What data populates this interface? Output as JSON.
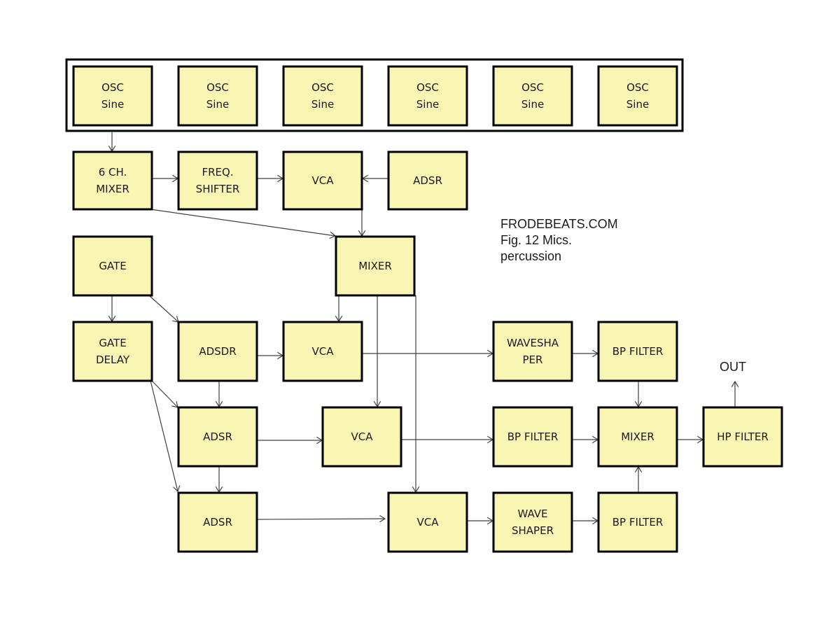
{
  "blocks": {
    "osc1": [
      "OSC",
      "Sine"
    ],
    "osc2": [
      "OSC",
      "Sine"
    ],
    "osc3": [
      "OSC",
      "Sine"
    ],
    "osc4": [
      "OSC",
      "Sine"
    ],
    "osc5": [
      "OSC",
      "Sine"
    ],
    "osc6": [
      "OSC",
      "Sine"
    ],
    "mixer6ch": [
      "6 CH.",
      "MIXER"
    ],
    "freqshifter": [
      "FREQ.",
      "SHIFTER"
    ],
    "vca1": [
      "VCA"
    ],
    "adsr_top": [
      "ADSR"
    ],
    "mixer_main": [
      "MIXER"
    ],
    "gate": [
      "GATE"
    ],
    "gatedelay": [
      "GATE",
      "DELAY"
    ],
    "adsdr": [
      "ADSDR"
    ],
    "vca2": [
      "VCA"
    ],
    "waveshaper1": [
      "WAVESHA",
      "PER"
    ],
    "bpf1": [
      "BP FILTER"
    ],
    "adsr2": [
      "ADSR"
    ],
    "vca3": [
      "VCA"
    ],
    "bpf2": [
      "BP FILTER"
    ],
    "mixer_out": [
      "MIXER"
    ],
    "hpf": [
      "HP FILTER"
    ],
    "adsr3": [
      "ADSR"
    ],
    "vca4": [
      "VCA"
    ],
    "waveshaper2": [
      "WAVE",
      "SHAPER"
    ],
    "bpf3": [
      "BP FILTER"
    ]
  },
  "caption": {
    "line1": "FRODEBEATS.COM",
    "line2": "Fig. 12  Mics.",
    "line3": "percussion"
  },
  "out_label": "OUT",
  "colors": {
    "block_fill": "#f9f5b3",
    "block_stroke": "#000000",
    "wire": "#404040"
  }
}
